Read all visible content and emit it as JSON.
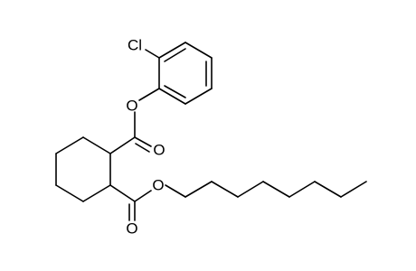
{
  "molecule": {
    "atoms": {
      "chlorine": "Cl",
      "ester_oxygen_aryl": "O",
      "carbonyl_oxygen_aryl": "O",
      "ester_oxygen_octyl": "O",
      "carbonyl_oxygen_octyl": "O"
    }
  }
}
